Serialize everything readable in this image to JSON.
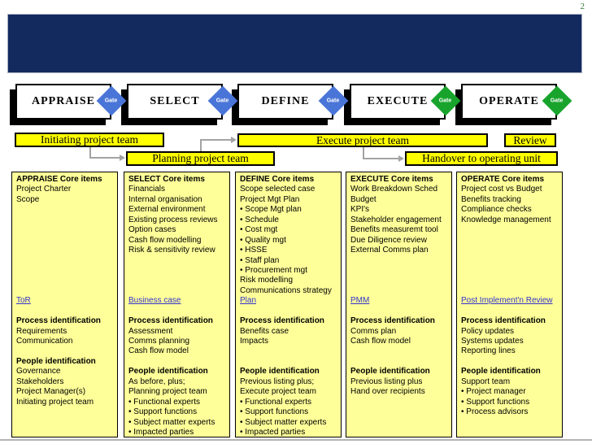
{
  "page": {
    "number": "2"
  },
  "colors": {
    "banner_navy": "#132a5e",
    "bar_yellow": "#ffff00",
    "panel_yellow": "#ffff99",
    "gate_blue": "#4a75d8",
    "gate_green": "#18a42c",
    "link_blue": "#3333cc",
    "page_number_green": "#2e7d32",
    "arrow_gray": "#a3a3a3"
  },
  "gate_label": "Gate",
  "phases": [
    {
      "label": "APPRAISE",
      "gate": "gate_blue"
    },
    {
      "label": "SELECT",
      "gate": "gate_blue"
    },
    {
      "label": "DEFINE",
      "gate": "gate_blue"
    },
    {
      "label": "EXECUTE",
      "gate": "gate_green"
    },
    {
      "label": "OPERATE",
      "gate": "gate_green"
    }
  ],
  "team_bars": {
    "initiating": "Initiating project team",
    "planning": "Planning project team",
    "execute": "Execute project team",
    "handover": "Handover to operating unit",
    "review": "Review"
  },
  "columns": [
    {
      "phase": "APPRAISE",
      "rows": [
        {
          "t": "bold",
          "s": "APPRAISE Core items"
        },
        {
          "t": "text",
          "s": "Project Charter"
        },
        {
          "t": "text",
          "s": "Scope"
        },
        {
          "t": "blank"
        },
        {
          "t": "blank"
        },
        {
          "t": "blank"
        },
        {
          "t": "blank"
        },
        {
          "t": "blank"
        },
        {
          "t": "blank"
        },
        {
          "t": "blank"
        },
        {
          "t": "blank"
        },
        {
          "t": "blank"
        },
        {
          "t": "link",
          "s": "ToR"
        },
        {
          "t": "blank"
        },
        {
          "t": "bold",
          "s": "Process identification"
        },
        {
          "t": "text",
          "s": "Requirements"
        },
        {
          "t": "text",
          "s": "Communication"
        },
        {
          "t": "blank"
        },
        {
          "t": "bold",
          "s": "People identification"
        },
        {
          "t": "text",
          "s": "Governance"
        },
        {
          "t": "text",
          "s": "Stakeholders"
        },
        {
          "t": "text",
          "s": "Project Manager(s)"
        },
        {
          "t": "text",
          "s": "Initiating project team"
        }
      ]
    },
    {
      "phase": "SELECT",
      "rows": [
        {
          "t": "bold",
          "s": "SELECT Core items"
        },
        {
          "t": "text",
          "s": "Financials"
        },
        {
          "t": "text",
          "s": "Internal organisation"
        },
        {
          "t": "text",
          "s": "External environment"
        },
        {
          "t": "text",
          "s": "Existing process reviews"
        },
        {
          "t": "text",
          "s": "Option cases"
        },
        {
          "t": "text",
          "s": "Cash flow modelling"
        },
        {
          "t": "text",
          "s": "Risk & sensitivity review"
        },
        {
          "t": "blank"
        },
        {
          "t": "blank"
        },
        {
          "t": "blank"
        },
        {
          "t": "blank"
        },
        {
          "t": "link",
          "s": "Business case"
        },
        {
          "t": "blank"
        },
        {
          "t": "bold",
          "s": "Process identification"
        },
        {
          "t": "text",
          "s": "Assessment"
        },
        {
          "t": "text",
          "s": "Comms planning"
        },
        {
          "t": "text",
          "s": "Cash flow model"
        },
        {
          "t": "blank"
        },
        {
          "t": "bold",
          "s": "People identification"
        },
        {
          "t": "text",
          "s": "As before, plus;"
        },
        {
          "t": "text",
          "s": "Planning project team"
        },
        {
          "t": "bullet",
          "s": "Functional experts"
        },
        {
          "t": "bullet",
          "s": "Support functions"
        },
        {
          "t": "bullet",
          "s": "Subject matter experts"
        },
        {
          "t": "bullet",
          "s": "Impacted parties"
        }
      ]
    },
    {
      "phase": "DEFINE",
      "rows": [
        {
          "t": "bold",
          "s": "DEFINE Core items"
        },
        {
          "t": "text",
          "s": "Scope selected case"
        },
        {
          "t": "text",
          "s": "Project Mgt Plan"
        },
        {
          "t": "bullet",
          "s": "Scope Mgt plan"
        },
        {
          "t": "bullet",
          "s": "Schedule"
        },
        {
          "t": "bullet",
          "s": "Cost mgt"
        },
        {
          "t": "bullet",
          "s": "Quality mgt"
        },
        {
          "t": "bullet",
          "s": "HSSE"
        },
        {
          "t": "bullet",
          "s": "Staff plan"
        },
        {
          "t": "bullet",
          "s": "Procurement mgt"
        },
        {
          "t": "text",
          "s": "Risk modelling"
        },
        {
          "t": "text",
          "s": "Communications strategy"
        },
        {
          "t": "link",
          "s": "Plan"
        },
        {
          "t": "blank"
        },
        {
          "t": "bold",
          "s": "Process identification"
        },
        {
          "t": "text",
          "s": "Benefits case"
        },
        {
          "t": "text",
          "s": "Impacts"
        },
        {
          "t": "blank"
        },
        {
          "t": "blank"
        },
        {
          "t": "bold",
          "s": "People identification"
        },
        {
          "t": "text",
          "s": "Previous listing plus;"
        },
        {
          "t": "text",
          "s": "Execute project team"
        },
        {
          "t": "bullet",
          "s": "Functional experts"
        },
        {
          "t": "bullet",
          "s": "Support functions"
        },
        {
          "t": "bullet",
          "s": "Subject matter experts"
        },
        {
          "t": "bullet",
          "s": "Impacted parties"
        }
      ]
    },
    {
      "phase": "EXECUTE",
      "rows": [
        {
          "t": "bold",
          "s": "EXECUTE Core items"
        },
        {
          "t": "text",
          "s": "Work Breakdown Sched"
        },
        {
          "t": "text",
          "s": "Budget"
        },
        {
          "t": "text",
          "s": "KPI's"
        },
        {
          "t": "text",
          "s": "Stakeholder engagement"
        },
        {
          "t": "text",
          "s": "Benefits measuremt tool"
        },
        {
          "t": "text",
          "s": "Due Diligence review"
        },
        {
          "t": "text",
          "s": "External Comms plan"
        },
        {
          "t": "blank"
        },
        {
          "t": "blank"
        },
        {
          "t": "blank"
        },
        {
          "t": "blank"
        },
        {
          "t": "link",
          "s": "PMM"
        },
        {
          "t": "blank"
        },
        {
          "t": "bold",
          "s": "Process identification"
        },
        {
          "t": "text",
          "s": "Comms plan"
        },
        {
          "t": "text",
          "s": "Cash flow model"
        },
        {
          "t": "blank"
        },
        {
          "t": "blank"
        },
        {
          "t": "bold",
          "s": "People identification"
        },
        {
          "t": "text",
          "s": "Previous listing plus"
        },
        {
          "t": "text",
          "s": "Hand over recipients"
        }
      ]
    },
    {
      "phase": "OPERATE",
      "rows": [
        {
          "t": "bold",
          "s": "OPERATE Core items"
        },
        {
          "t": "text",
          "s": "Project cost vs Budget"
        },
        {
          "t": "text",
          "s": "Benefits tracking"
        },
        {
          "t": "text",
          "s": "Compliance checks"
        },
        {
          "t": "text",
          "s": "Knowledge management"
        },
        {
          "t": "blank"
        },
        {
          "t": "blank"
        },
        {
          "t": "blank"
        },
        {
          "t": "blank"
        },
        {
          "t": "blank"
        },
        {
          "t": "blank"
        },
        {
          "t": "blank"
        },
        {
          "t": "link",
          "s": "Post Implement'n Review"
        },
        {
          "t": "blank"
        },
        {
          "t": "bold",
          "s": "Process identification"
        },
        {
          "t": "text",
          "s": "Policy updates"
        },
        {
          "t": "text",
          "s": "Systems updates"
        },
        {
          "t": "text",
          "s": "Reporting lines"
        },
        {
          "t": "blank"
        },
        {
          "t": "bold",
          "s": "People identification"
        },
        {
          "t": "text",
          "s": "Support team"
        },
        {
          "t": "bullet",
          "s": "Project manager"
        },
        {
          "t": "bullet",
          "s": "Support functions"
        },
        {
          "t": "bullet",
          "s": "Process advisors"
        }
      ]
    }
  ]
}
